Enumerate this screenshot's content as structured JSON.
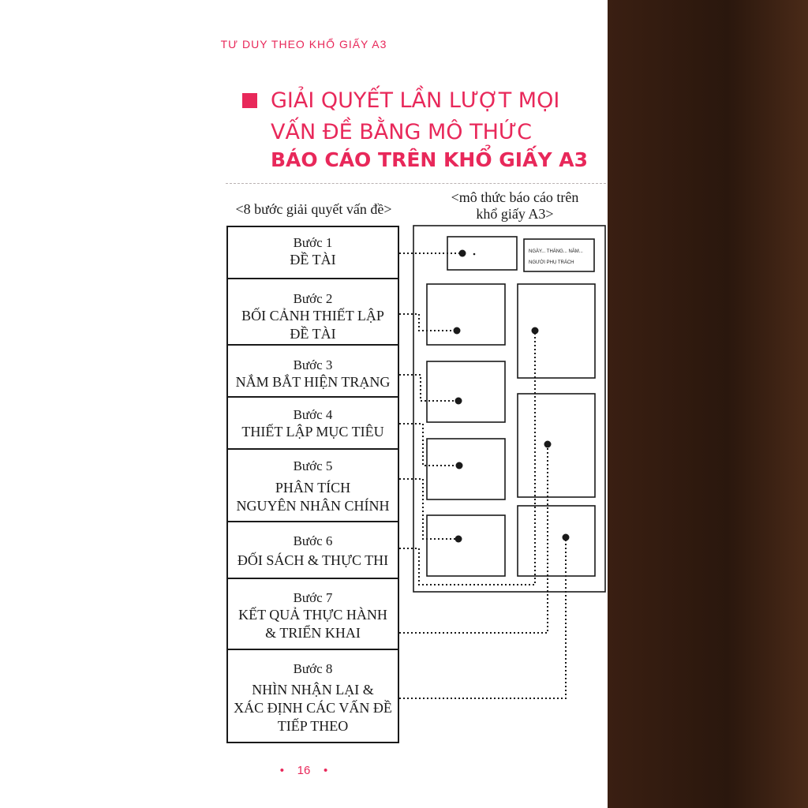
{
  "header": "TƯ DUY THEO KHỔ GIẤY A3",
  "title": {
    "line1": "GIẢI QUYẾT LẦN LƯỢT MỌI",
    "line2": "VẤN ĐỀ BẰNG MÔ THỨC",
    "line3": "BÁO CÁO TRÊN KHỔ GIẤY A3"
  },
  "accent_color": "#e8285a",
  "left_caption": "<8 bước giải quyết vấn đề>",
  "right_caption": {
    "line1": "<mô thức báo cáo trên",
    "line2": "khổ giấy A3>"
  },
  "steps": [
    {
      "label": "Bước 1",
      "name_lines": [
        "ĐỀ TÀI"
      ]
    },
    {
      "label": "Bước 2",
      "name_lines": [
        "BỐI CẢNH THIẾT LẬP",
        "ĐỀ TÀI"
      ]
    },
    {
      "label": "Bước 3",
      "name_lines": [
        "NẮM BẮT HIỆN TRẠNG"
      ]
    },
    {
      "label": "Bước 4",
      "name_lines": [
        "THIẾT LẬP MỤC TIÊU"
      ]
    },
    {
      "label": "Bước 5",
      "name_lines": [
        "PHÂN TÍCH",
        "NGUYÊN NHÂN CHÍNH"
      ]
    },
    {
      "label": "Bước 6",
      "name_lines": [
        "ĐỐI SÁCH & THỰC THI"
      ]
    },
    {
      "label": "Bước 7",
      "name_lines": [
        "KẾT QUẢ THỰC HÀNH",
        "& TRIỂN KHAI"
      ]
    },
    {
      "label": "Bước 8",
      "name_lines": [
        "NHÌN NHẬN LẠI &",
        "XÁC ĐỊNH CÁC VẤN ĐỀ",
        "TIẾP THEO"
      ]
    }
  ],
  "a3_form": {
    "date_label": "NGÀY... THÁNG... NĂM...",
    "owner_label": "NGƯỜI PHỤ TRÁCH"
  },
  "page_number": "16"
}
